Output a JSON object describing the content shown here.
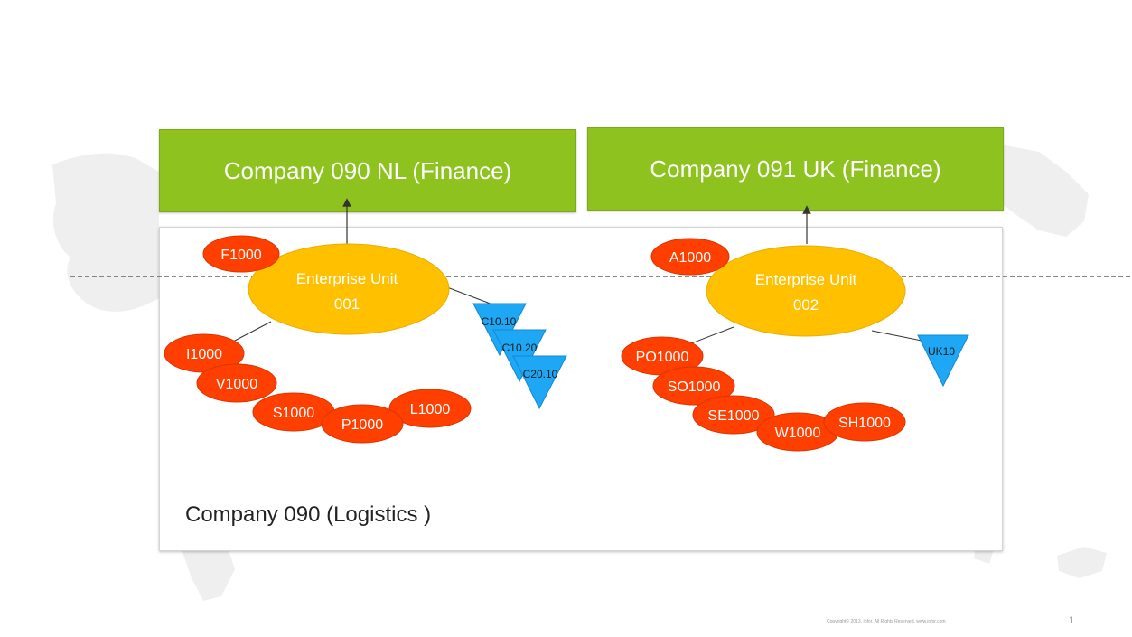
{
  "finance_nl": {
    "label": "Company  090 NL (Finance)"
  },
  "finance_uk": {
    "label": "Company  091 UK (Finance)"
  },
  "logistics": {
    "label": "Company  090 (Logistics )"
  },
  "enterprise_units": [
    {
      "line1": "Enterprise Unit",
      "line2": "001"
    },
    {
      "line1": "Enterprise Unit",
      "line2": "002"
    }
  ],
  "unit1_codes": [
    "F1000",
    "I1000",
    "V1000",
    "S1000",
    "P1000",
    "L1000"
  ],
  "unit1_triangles": [
    "C10.10",
    "C10.20",
    "C20.10"
  ],
  "unit2_codes": [
    "A1000",
    "PO1000",
    "SO1000",
    "SE1000",
    "W1000",
    "SH1000"
  ],
  "unit2_triangles": [
    "UK10"
  ],
  "footer": {
    "copyright": "Copyright© 2013. Infor. All Rights Reserved. www.infor.com",
    "page": "1"
  },
  "colors": {
    "finance_box": "#8dc21f",
    "enterprise_unit": "#ffc000",
    "code_ellipse": "#ff3f00",
    "triangle": "#1ea7f4"
  }
}
